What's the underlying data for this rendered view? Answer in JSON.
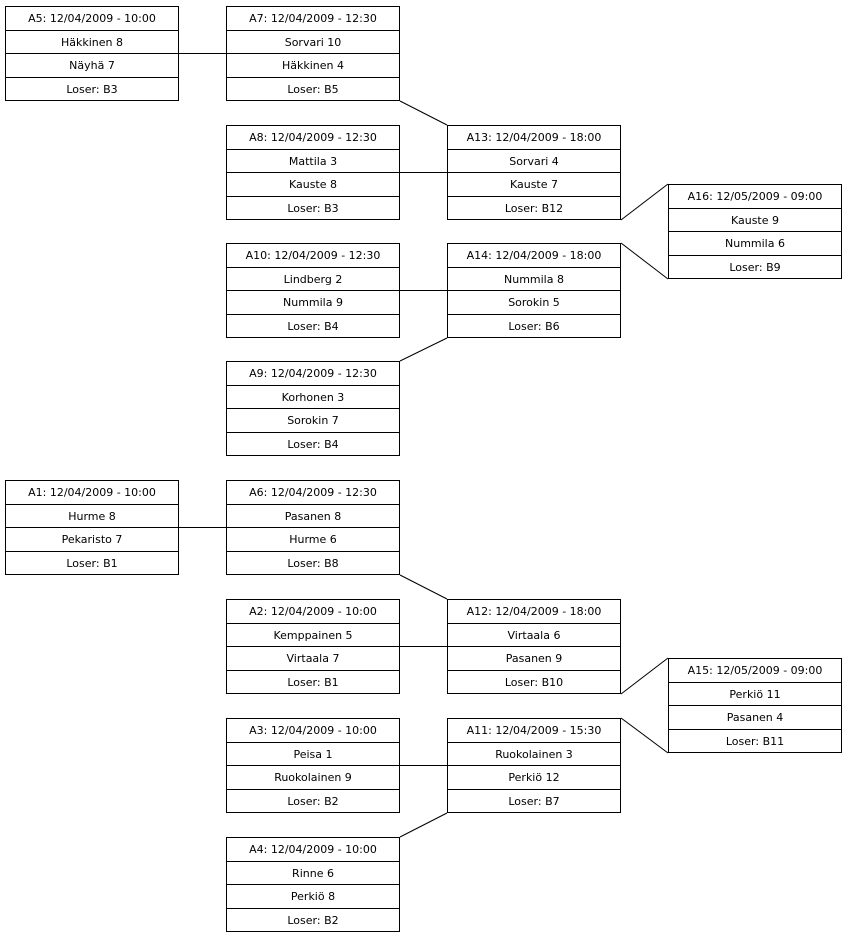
{
  "matches": [
    {
      "id": "A5",
      "header": "A5: 12/04/2009 - 10:00",
      "team1": "Häkkinen 8",
      "team2": "Näyhä 7",
      "loser": "Loser: B3"
    },
    {
      "id": "A7",
      "header": "A7: 12/04/2009 - 12:30",
      "team1": "Sorvari 10",
      "team2": "Häkkinen 4",
      "loser": "Loser: B5"
    },
    {
      "id": "A8",
      "header": "A8: 12/04/2009 - 12:30",
      "team1": "Mattila 3",
      "team2": "Kauste 8",
      "loser": "Loser: B3"
    },
    {
      "id": "A13",
      "header": "A13: 12/04/2009 - 18:00",
      "team1": "Sorvari 4",
      "team2": "Kauste 7",
      "loser": "Loser: B12"
    },
    {
      "id": "A16",
      "header": "A16: 12/05/2009 - 09:00",
      "team1": "Kauste 9",
      "team2": "Nummila 6",
      "loser": "Loser: B9"
    },
    {
      "id": "A10",
      "header": "A10: 12/04/2009 - 12:30",
      "team1": "Lindberg 2",
      "team2": "Nummila 9",
      "loser": "Loser: B4"
    },
    {
      "id": "A14",
      "header": "A14: 12/04/2009 - 18:00",
      "team1": "Nummila 8",
      "team2": "Sorokin 5",
      "loser": "Loser: B6"
    },
    {
      "id": "A9",
      "header": "A9: 12/04/2009 - 12:30",
      "team1": "Korhonen 3",
      "team2": "Sorokin 7",
      "loser": "Loser: B4"
    },
    {
      "id": "A1",
      "header": "A1: 12/04/2009 - 10:00",
      "team1": "Hurme 8",
      "team2": "Pekaristo 7",
      "loser": "Loser: B1"
    },
    {
      "id": "A6",
      "header": "A6: 12/04/2009 - 12:30",
      "team1": "Pasanen 8",
      "team2": "Hurme 6",
      "loser": "Loser: B8"
    },
    {
      "id": "A2",
      "header": "A2: 12/04/2009 - 10:00",
      "team1": "Kemppainen 5",
      "team2": "Virtaala 7",
      "loser": "Loser: B1"
    },
    {
      "id": "A12",
      "header": "A12: 12/04/2009 - 18:00",
      "team1": "Virtaala 6",
      "team2": "Pasanen 9",
      "loser": "Loser: B10"
    },
    {
      "id": "A15",
      "header": "A15: 12/05/2009 - 09:00",
      "team1": "Perkiö 11",
      "team2": "Pasanen 4",
      "loser": "Loser: B11"
    },
    {
      "id": "A3",
      "header": "A3: 12/04/2009 - 10:00",
      "team1": "Peisa 1",
      "team2": "Ruokolainen 9",
      "loser": "Loser: B2"
    },
    {
      "id": "A11",
      "header": "A11: 12/04/2009 - 15:30",
      "team1": "Ruokolainen 3",
      "team2": "Perkiö 12",
      "loser": "Loser: B7"
    },
    {
      "id": "A4",
      "header": "A4: 12/04/2009 - 10:00",
      "team1": "Rinne 6",
      "team2": "Perkiö 8",
      "loser": "Loser: B2"
    }
  ],
  "links": [
    [
      "A5",
      "A7"
    ],
    [
      "A7",
      "A13"
    ],
    [
      "A8",
      "A13"
    ],
    [
      "A13",
      "A16"
    ],
    [
      "A10",
      "A14"
    ],
    [
      "A9",
      "A14"
    ],
    [
      "A14",
      "A16"
    ],
    [
      "A1",
      "A6"
    ],
    [
      "A6",
      "A12"
    ],
    [
      "A2",
      "A12"
    ],
    [
      "A12",
      "A15"
    ],
    [
      "A3",
      "A11"
    ],
    [
      "A4",
      "A11"
    ],
    [
      "A11",
      "A15"
    ]
  ]
}
